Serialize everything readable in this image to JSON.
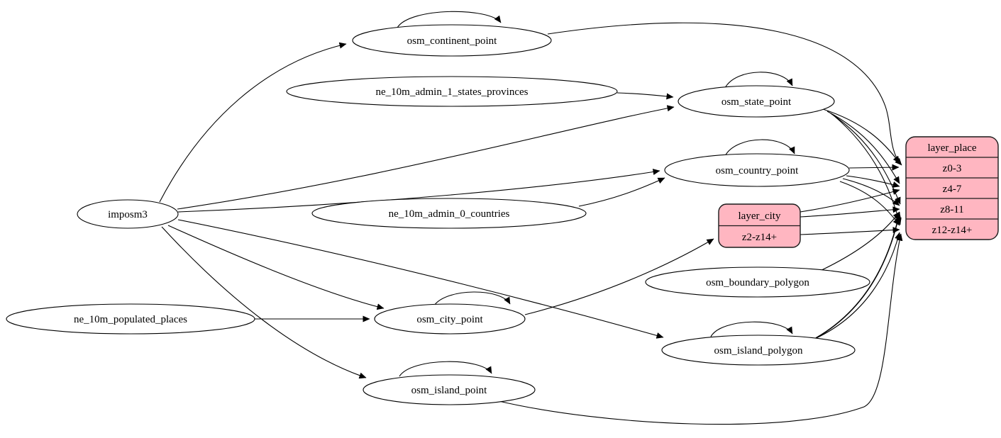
{
  "diagram": {
    "type": "graphviz-etl-flow",
    "colors": {
      "background": "#ffffff",
      "ellipse_fill": "#ffffff",
      "ellipse_stroke": "#000000",
      "record_fill": "#ffb6c1",
      "record_stroke": "#1a1a1a",
      "edge_color": "#000000",
      "text_color": "#000000"
    },
    "nodes": {
      "imposm3": {
        "label": "imposm3"
      },
      "osm_continent_point": {
        "label": "osm_continent_point"
      },
      "ne_10m_admin_1_states_provinces": {
        "label": "ne_10m_admin_1_states_provinces"
      },
      "osm_state_point": {
        "label": "osm_state_point"
      },
      "osm_country_point": {
        "label": "osm_country_point"
      },
      "ne_10m_admin_0_countries": {
        "label": "ne_10m_admin_0_countries"
      },
      "osm_boundary_polygon": {
        "label": "osm_boundary_polygon"
      },
      "osm_city_point": {
        "label": "osm_city_point"
      },
      "ne_10m_populated_places": {
        "label": "ne_10m_populated_places"
      },
      "osm_island_polygon": {
        "label": "osm_island_polygon"
      },
      "osm_island_point": {
        "label": "osm_island_point"
      },
      "layer_city": {
        "title": "layer_city",
        "rows": [
          "z2-z14+"
        ]
      },
      "layer_place": {
        "title": "layer_place",
        "rows": [
          "z0-3",
          "z4-7",
          "z8-11",
          "z12-z14+"
        ]
      }
    },
    "edges": [
      {
        "from": "imposm3",
        "to": "osm_continent_point"
      },
      {
        "from": "imposm3",
        "to": "osm_state_point"
      },
      {
        "from": "imposm3",
        "to": "osm_country_point"
      },
      {
        "from": "imposm3",
        "to": "osm_city_point"
      },
      {
        "from": "imposm3",
        "to": "osm_island_point"
      },
      {
        "from": "imposm3",
        "to": "osm_island_polygon"
      },
      {
        "from": "ne_10m_admin_1_states_provinces",
        "to": "osm_state_point"
      },
      {
        "from": "ne_10m_admin_0_countries",
        "to": "osm_country_point"
      },
      {
        "from": "ne_10m_populated_places",
        "to": "osm_city_point"
      },
      {
        "from": "osm_continent_point",
        "to": "osm_continent_point"
      },
      {
        "from": "osm_state_point",
        "to": "osm_state_point"
      },
      {
        "from": "osm_country_point",
        "to": "osm_country_point"
      },
      {
        "from": "osm_city_point",
        "to": "osm_city_point"
      },
      {
        "from": "osm_island_point",
        "to": "osm_island_point"
      },
      {
        "from": "osm_island_polygon",
        "to": "osm_island_polygon"
      },
      {
        "from": "osm_city_point",
        "to": "layer_city:z2-z14+"
      },
      {
        "from": "osm_continent_point",
        "to": "layer_place:z0-3"
      },
      {
        "from": "osm_state_point",
        "to": "layer_place:z0-3"
      },
      {
        "from": "osm_state_point",
        "to": "layer_place:z4-7"
      },
      {
        "from": "osm_state_point",
        "to": "layer_place:z8-11"
      },
      {
        "from": "osm_state_point",
        "to": "layer_place:z12-z14+"
      },
      {
        "from": "osm_country_point",
        "to": "layer_place:z0-3"
      },
      {
        "from": "osm_country_point",
        "to": "layer_place:z4-7"
      },
      {
        "from": "osm_country_point",
        "to": "layer_place:z8-11"
      },
      {
        "from": "osm_country_point",
        "to": "layer_place:z12-z14+"
      },
      {
        "from": "layer_city",
        "to": "layer_place:z4-7"
      },
      {
        "from": "layer_city",
        "to": "layer_place:z8-11"
      },
      {
        "from": "layer_city",
        "to": "layer_place:z12-z14+"
      },
      {
        "from": "osm_boundary_polygon",
        "to": "layer_place:z8-11"
      },
      {
        "from": "osm_island_polygon",
        "to": "layer_place:z8-11"
      },
      {
        "from": "osm_island_polygon",
        "to": "layer_place:z12-z14+"
      },
      {
        "from": "osm_island_point",
        "to": "layer_place:z12-z14+"
      }
    ]
  }
}
